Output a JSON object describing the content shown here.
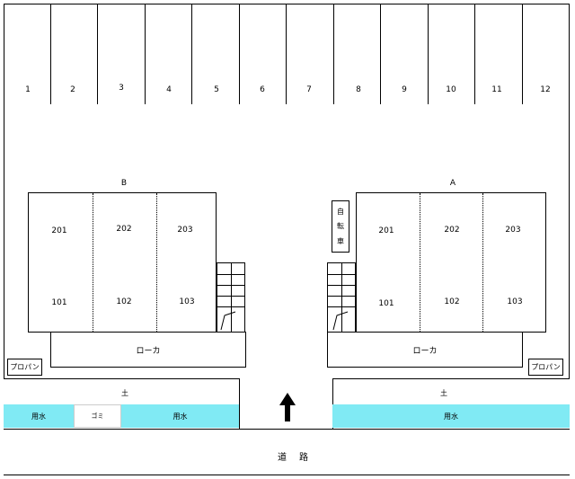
{
  "parking": {
    "stalls": [
      "1",
      "2",
      "3",
      "4",
      "5",
      "6",
      "7",
      "8",
      "9",
      "10",
      "11",
      "12"
    ]
  },
  "building_b": {
    "label": "B",
    "units_upper": [
      "201",
      "202",
      "203"
    ],
    "units_lower": [
      "101",
      "102",
      "103"
    ],
    "corridor": "ローカ"
  },
  "building_a": {
    "label": "A",
    "units_upper": [
      "201",
      "202",
      "203"
    ],
    "units_lower": [
      "101",
      "102",
      "103"
    ],
    "corridor": "ローカ"
  },
  "bicycle": {
    "chars": [
      "自",
      "転",
      "車"
    ]
  },
  "propane_left": "プロパン",
  "propane_right": "プロパン",
  "soil_left": "土",
  "soil_right": "土",
  "water_left": "用水",
  "gomi": "ゴミ",
  "water_mid": "用水",
  "water_right": "用水",
  "road": "道路",
  "colors": {
    "water": "#80eaf4",
    "line": "#000000"
  },
  "icons": {
    "entrance": "arrow-up-icon"
  }
}
